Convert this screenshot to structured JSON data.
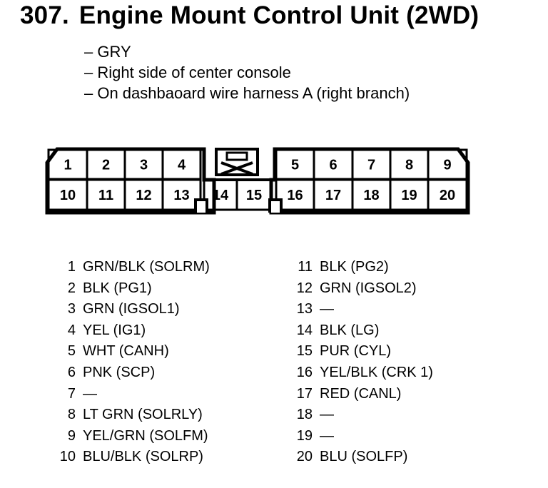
{
  "title": {
    "number": "307.",
    "text": "Engine Mount Control Unit (2WD)"
  },
  "notes": [
    "– GRY",
    "– Right side of center console",
    "– On dashbaoard wire harness A (right branch)"
  ],
  "connector": {
    "top_row": [
      "1",
      "2",
      "3",
      "4",
      "5",
      "6",
      "7",
      "8",
      "9"
    ],
    "bottom_row": [
      "10",
      "11",
      "12",
      "13",
      "14",
      "15",
      "16",
      "17",
      "18",
      "19",
      "20"
    ]
  },
  "pins_left": [
    {
      "num": "1",
      "desc": "GRN/BLK (SOLRM)"
    },
    {
      "num": "2",
      "desc": "BLK (PG1)"
    },
    {
      "num": "3",
      "desc": "GRN (IGSOL1)"
    },
    {
      "num": "4",
      "desc": "YEL (IG1)"
    },
    {
      "num": "5",
      "desc": "WHT (CANH)"
    },
    {
      "num": "6",
      "desc": "PNK (SCP)"
    },
    {
      "num": "7",
      "desc": "—"
    },
    {
      "num": "8",
      "desc": "LT GRN (SOLRLY)"
    },
    {
      "num": "9",
      "desc": "YEL/GRN (SOLFM)"
    },
    {
      "num": "10",
      "desc": "BLU/BLK (SOLRP)"
    }
  ],
  "pins_right": [
    {
      "num": "11",
      "desc": "BLK (PG2)"
    },
    {
      "num": "12",
      "desc": "GRN (IGSOL2)"
    },
    {
      "num": "13",
      "desc": "—"
    },
    {
      "num": "14",
      "desc": "BLK (LG)"
    },
    {
      "num": "15",
      "desc": "PUR (CYL)"
    },
    {
      "num": "16",
      "desc": "YEL/BLK (CRK 1)"
    },
    {
      "num": "17",
      "desc": "RED (CANL)"
    },
    {
      "num": "18",
      "desc": "—"
    },
    {
      "num": "19",
      "desc": "—"
    },
    {
      "num": "20",
      "desc": "BLU (SOLFP)"
    }
  ]
}
